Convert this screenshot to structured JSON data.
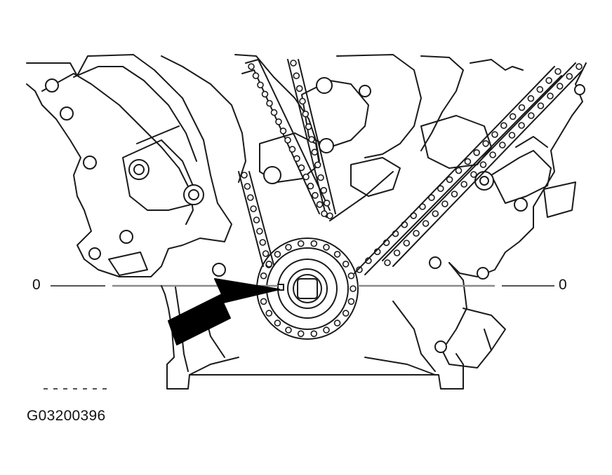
{
  "diagram": {
    "figure_id": "G03200396",
    "left_marker": "0",
    "right_marker": "0",
    "icons": [
      "alignment-arrow-icon"
    ]
  }
}
